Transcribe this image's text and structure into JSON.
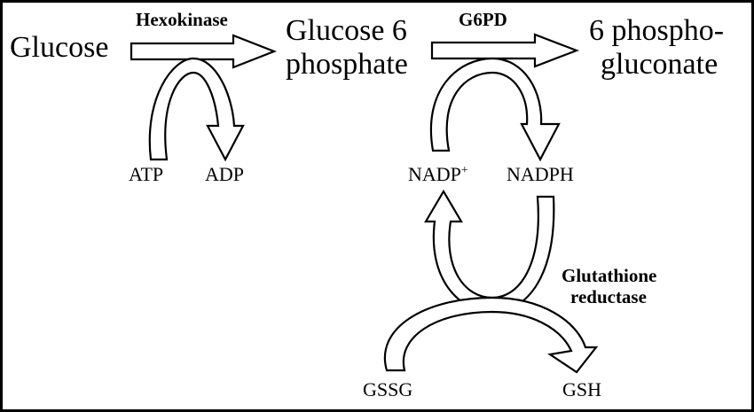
{
  "metabolites": {
    "glucose": "Glucose",
    "g6p_line1": "Glucose 6",
    "g6p_line2": "phosphate",
    "pg_line1": "6 phospho-",
    "pg_line2": "gluconate"
  },
  "enzymes": {
    "hexokinase": "Hexokinase",
    "g6pd": "G6PD",
    "gr_line1": "Glutathione",
    "gr_line2": "reductase"
  },
  "cofactors": {
    "atp": "ATP",
    "adp": "ADP",
    "nadp": "NADP",
    "nadp_charge": "+",
    "nadph": "NADPH",
    "gssg": "GSSG",
    "gsh": "GSH"
  }
}
